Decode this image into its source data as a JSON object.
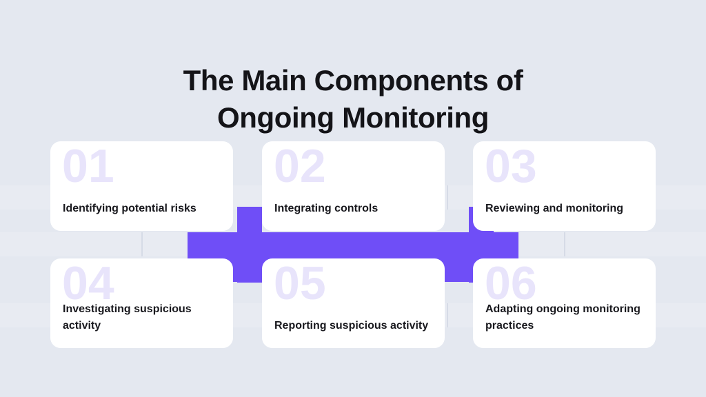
{
  "title": {
    "line1": "The Main Components of",
    "line2": "Ongoing Monitoring"
  },
  "theme": {
    "background": "#e4e8f0",
    "accent_purple": "#6f4ef7",
    "card_background": "#ffffff",
    "number_watermark": "#e8e4fb",
    "text_color": "#18181d",
    "grid_line": "#d6dbe6",
    "grid_band": "#e8ebf2"
  },
  "cards": [
    {
      "number": "01",
      "label": "Identifying potential risks"
    },
    {
      "number": "02",
      "label": "Integrating controls"
    },
    {
      "number": "03",
      "label": "Reviewing and monitoring"
    },
    {
      "number": "04",
      "label": "Investigating suspicious activity"
    },
    {
      "number": "05",
      "label": "Reporting suspicious activity"
    },
    {
      "number": "06",
      "label": "Adapting ongoing monitoring practices"
    }
  ]
}
